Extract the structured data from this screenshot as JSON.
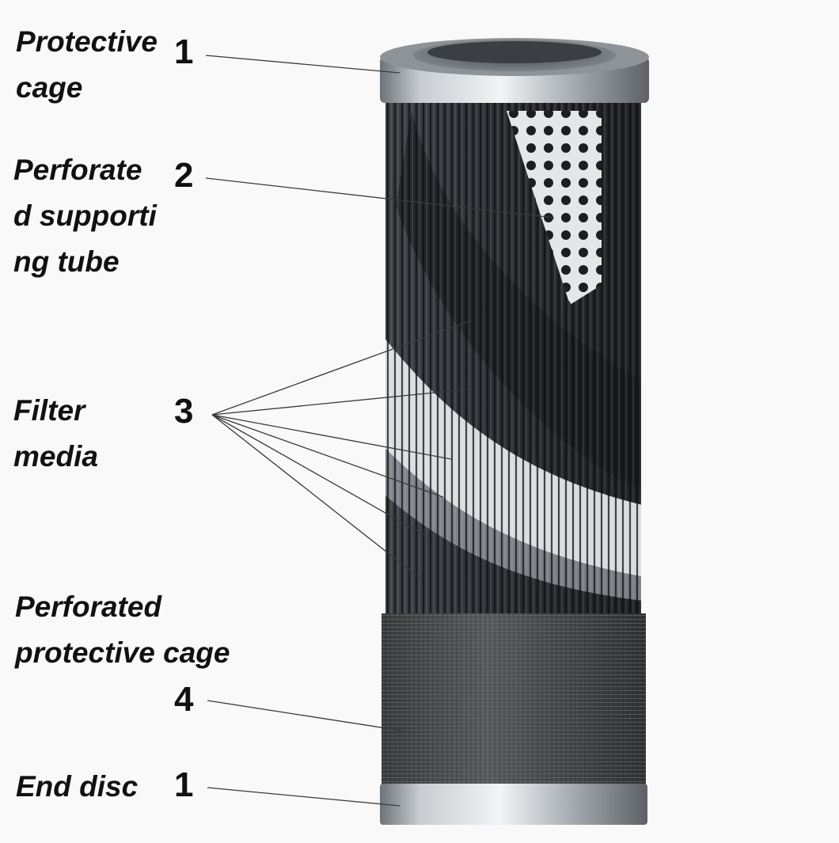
{
  "diagram": {
    "callouts": [
      {
        "number": "1",
        "label_lines": [
          "Protective",
          "cage"
        ]
      },
      {
        "number": "2",
        "label_lines": [
          "Perforate",
          "d supporti",
          "ng tube"
        ]
      },
      {
        "number": "3",
        "label_lines": [
          "Filter",
          "media"
        ]
      },
      {
        "number": "4",
        "label_lines": [
          "Perforated",
          "protective cage"
        ]
      },
      {
        "number": "1",
        "label_lines": [
          "End disc"
        ]
      }
    ]
  },
  "colors": {
    "background": "#f9f9f9",
    "text": "#111111",
    "leader_line": "#3a3a3a",
    "metal_cap": "#9a9ea3",
    "pleat_dark": "#2c2f33",
    "pleat_light": "#e8ebee",
    "mesh": "#4a4b4d",
    "perforated_tube": "#d9dcdf"
  }
}
